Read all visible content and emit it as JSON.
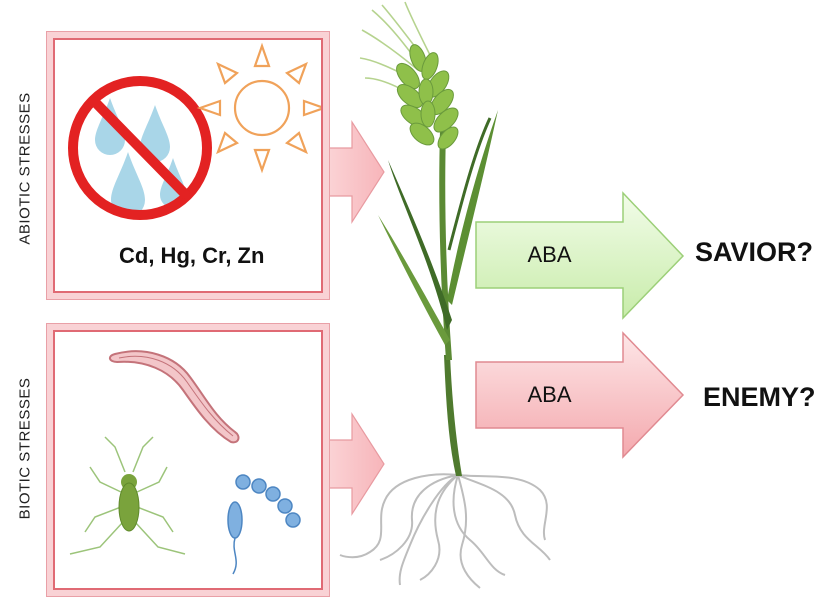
{
  "abiotic": {
    "label": "ABIOTIC STRESSES",
    "metals": "Cd, Hg, Cr, Zn"
  },
  "biotic": {
    "label": "BIOTIC STRESSES"
  },
  "aba_savior": {
    "label": "ABA",
    "outcome": "SAVIOR?",
    "color": "#d9f5c5"
  },
  "aba_enemy": {
    "label": "ABA",
    "outcome": "ENEMY?",
    "color": "#f8c4c6"
  },
  "colors": {
    "box_border": "#e06a74",
    "input_arrow": "#f6b9bd",
    "water_drop": "#9ecfe2",
    "prohibit": "#e32222",
    "sun": "#f0a25a",
    "plant_green": "#4f7a2e",
    "grain": "#8fc04a",
    "roots": "#b8b8b8",
    "worm": "#d98b90",
    "insect": "#7aa33c",
    "bacteria": "#7fb0e0"
  },
  "icons": [
    "no-water-icon",
    "sun-icon",
    "worm-icon",
    "insect-icon",
    "bacteria-icon",
    "wheat-plant-icon"
  ]
}
